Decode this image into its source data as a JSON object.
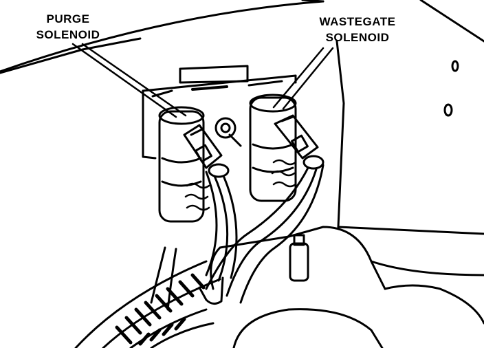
{
  "labels": {
    "purge": {
      "line1": "PURGE",
      "line2": "SOLENOID"
    },
    "wastegate": {
      "line1": "WASTEGATE",
      "line2": "SOLENOID"
    }
  },
  "colors": {
    "ink": "#000000",
    "paper": "#ffffff"
  }
}
